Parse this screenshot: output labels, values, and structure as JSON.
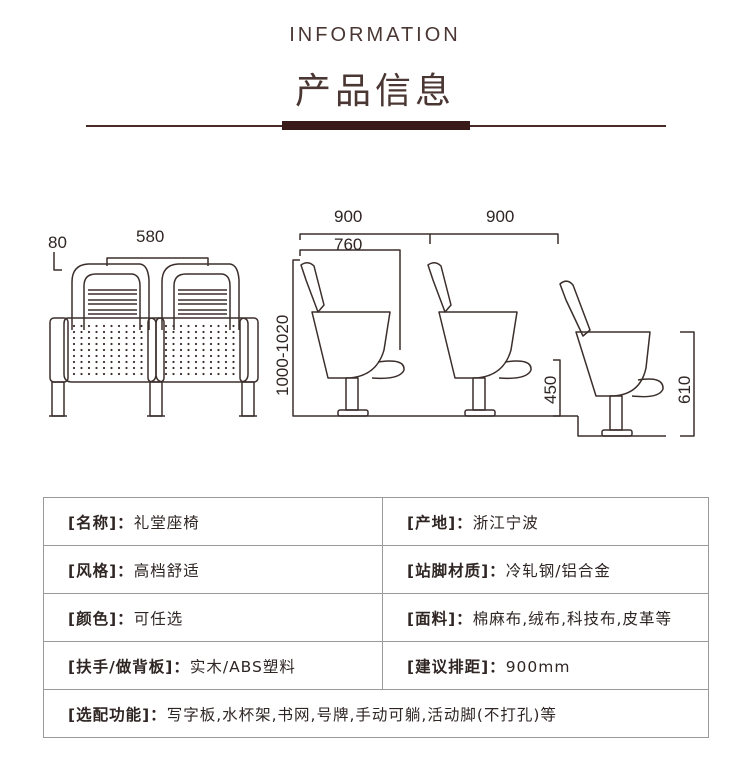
{
  "header": {
    "title_en": "INFORMATION",
    "title_cn": "产品信息"
  },
  "dimensions": {
    "armrest_width": "80",
    "seat_width": "580",
    "row_spacing_1": "900",
    "row_spacing_2": "900",
    "depth": "760",
    "height": "1000-1020",
    "seat_height": "450",
    "folded_depth": "610"
  },
  "specs": [
    [
      {
        "label": "[名称]",
        "value": "礼堂座椅"
      },
      {
        "label": "[产地]",
        "value": "浙江宁波"
      }
    ],
    [
      {
        "label": "[风格]",
        "value": "高档舒适"
      },
      {
        "label": "[站脚材质]",
        "value": "冷轧钢/铝合金"
      }
    ],
    [
      {
        "label": "[颜色]",
        "value": "可任选"
      },
      {
        "label": "[面料]",
        "value": "棉麻布,绒布,科技布,皮革等"
      }
    ],
    [
      {
        "label": "[扶手/做背板]",
        "value": "实木/ABS塑料"
      },
      {
        "label": "[建议排距]",
        "value": "900mm"
      }
    ],
    [
      {
        "label": "[选配功能]",
        "value": "写字板,水杯架,书网,号牌,手动可躺,活动脚(不打孔)等"
      }
    ]
  ],
  "colors": {
    "heading": "#4a3733",
    "rule": "#3a1a18",
    "line": "#3b2f2c",
    "border": "#9a9a9a"
  }
}
